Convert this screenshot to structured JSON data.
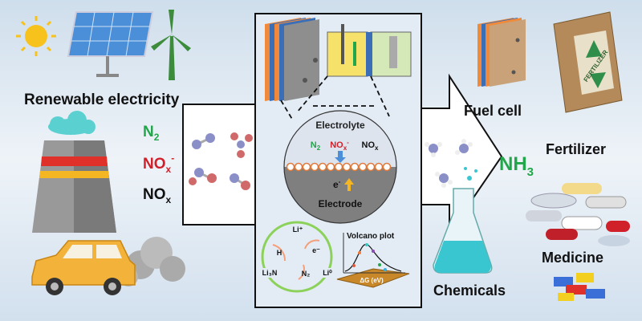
{
  "labels": {
    "renewable": "Renewable electricity",
    "n2": "N",
    "n2_sub": "2",
    "nox_minus": "NO",
    "nox_minus_sub": "x",
    "nox_minus_sup": "-",
    "nox": "NO",
    "nox_sub": "x",
    "electrolyte": "Electrolyte",
    "electrode": "Electrode",
    "electron": "e",
    "electron_sup": "-",
    "li_plus": "Li⁺",
    "h": "H",
    "e_minus": "e⁻",
    "li3n": "Li₃N",
    "n2_cycle": "N₂",
    "li0": "Li⁰",
    "volcano": "Volcano plot",
    "delta_g": "ΔG (eV)",
    "nh3": "NH",
    "nh3_sub": "3",
    "fuel_cell": "Fuel cell",
    "fertilizer": "Fertilizer",
    "fertilizer_bag": "FERTILIZER",
    "medicine": "Medicine",
    "chemicals": "Chemicals"
  },
  "colors": {
    "green": "#22a64a",
    "red": "#d0202a",
    "background": "#dfe9f3",
    "electrode": "#808080",
    "cycle": "#8cd25a"
  }
}
